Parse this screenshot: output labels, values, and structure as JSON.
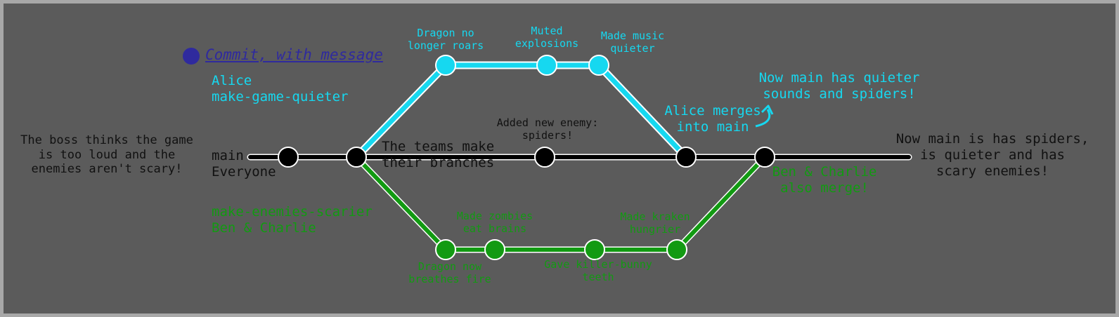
{
  "colors": {
    "main": "#000000",
    "alice": "#16d8f0",
    "team": "#129a12",
    "legend": "#2f2a9e",
    "text_dark": "#111111",
    "background": "#5b5b5b"
  },
  "legend": {
    "label": "Commit, with message",
    "icon": "commit-dot-icon"
  },
  "branches": {
    "alice": {
      "owner": "Alice",
      "name": "make-game-quieter"
    },
    "main": {
      "name": "main",
      "owner": "Everyone"
    },
    "team": {
      "name": "make-enemies-scarier",
      "owner": "Ben & Charlie"
    }
  },
  "notes": {
    "start_line1": "The boss thinks the game",
    "start_line2": "is too loud and the",
    "start_line3": "enemies aren't scary!",
    "branches_line1": "The teams make",
    "branches_line2": "their branches",
    "alice_merge_line1": "Alice merges",
    "alice_merge_line2": "into main",
    "quieter_line1": "Now main has quieter",
    "quieter_line2": "sounds and spiders!",
    "team_merge_line1": "Ben & Charlie",
    "team_merge_line2": "also merge!",
    "end_line1": "Now main is has spiders,",
    "end_line2": "is quieter and has",
    "end_line3": "scary enemies!"
  },
  "commits": {
    "alice_1": [
      "Dragon no",
      "longer roars"
    ],
    "alice_2": [
      "Muted",
      "explosions"
    ],
    "alice_3": [
      "Made music",
      "quieter"
    ],
    "main_spiders": [
      "Added new enemy:",
      "spiders!"
    ],
    "team_1": [
      "Dragon now",
      "breathes fire"
    ],
    "team_2": [
      "Made zombies",
      "eat brains"
    ],
    "team_3": [
      "Gave killer-bunny",
      "teeth"
    ],
    "team_4": [
      "Made kraken",
      "hungrier"
    ]
  }
}
